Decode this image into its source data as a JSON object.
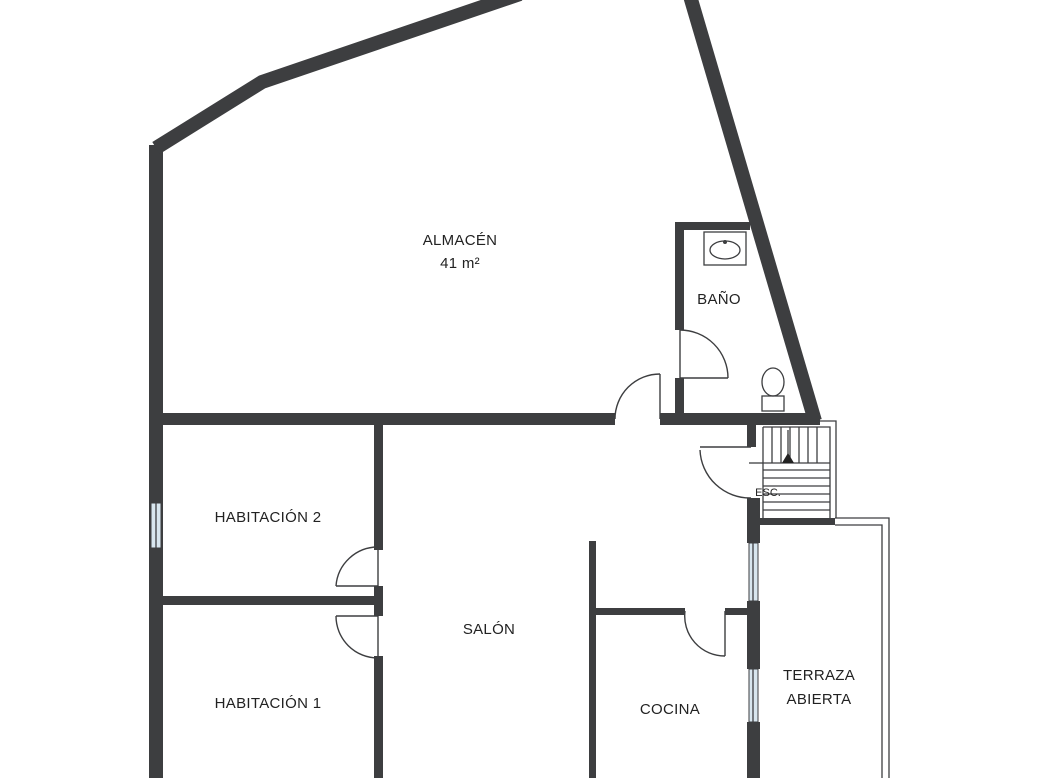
{
  "rooms": {
    "almacen": {
      "name": "ALMACÉN",
      "area": "41 m²"
    },
    "bano": {
      "name": "BAÑO"
    },
    "escalera": {
      "name": "ESC."
    },
    "habitacion_2": {
      "name": "HABITACIÓN 2"
    },
    "habitacion_1": {
      "name": "HABITACIÓN 1"
    },
    "salon": {
      "name": "SALÓN"
    },
    "cocina": {
      "name": "COCINA"
    },
    "terraza": {
      "name_line1": "TERRAZA",
      "name_line2": "ABIERTA"
    }
  },
  "colors": {
    "wall": "#3d3e40",
    "background": "#ffffff",
    "window_glass": "#d8e6ef"
  },
  "icons": {
    "sink": "sink-icon",
    "toilet": "toilet-icon",
    "stair_arrow": "stair-direction-arrow-icon"
  }
}
